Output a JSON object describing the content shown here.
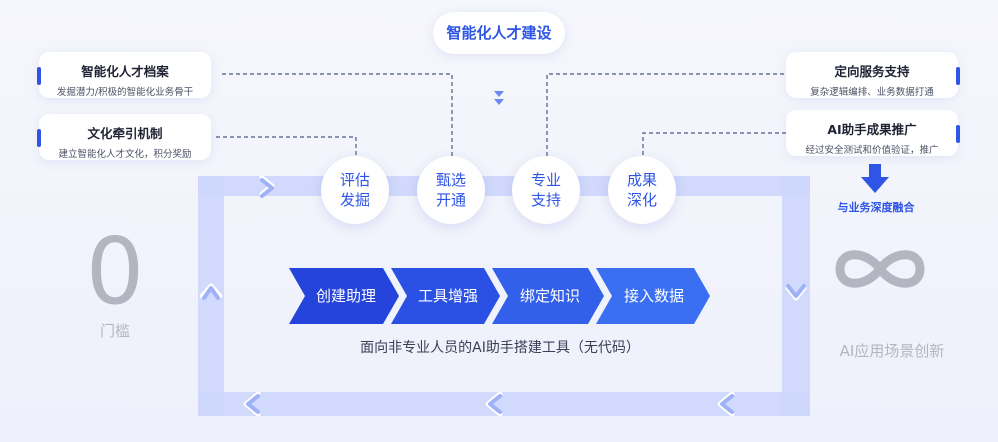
{
  "top_title": "智能化人才建设",
  "left_cards": [
    {
      "title": "智能化人才档案",
      "sub": "发掘潜力/积极的智能化业务骨干"
    },
    {
      "title": "文化牵引机制",
      "sub": "建立智能化人才文化，积分奖励"
    }
  ],
  "right_cards": [
    {
      "title": "定向服务支持",
      "sub": "复杂逻辑编排、业务数据打通"
    },
    {
      "title": "AI助手成果推广",
      "sub": "经过安全测试和价值验证，推广"
    }
  ],
  "circles": [
    {
      "l1": "评估",
      "l2": "发掘"
    },
    {
      "l1": "甄选",
      "l2": "开通"
    },
    {
      "l1": "专业",
      "l2": "支持"
    },
    {
      "l1": "成果",
      "l2": "深化"
    }
  ],
  "steps": [
    "创建助理",
    "工具增强",
    "绑定知识",
    "接入数据"
  ],
  "caption": "面向非专业人员的AI助手搭建工具（无代码）",
  "left_big": "0",
  "left_label": "门槛",
  "right_label": "AI应用场景创新",
  "merge_label": "与业务深度融合",
  "colors": {
    "accent": "#2f55e6",
    "loop": "#c9d3fb",
    "chevron_dark": "#2a48e0",
    "chevron_light": "#3f6cf2"
  }
}
